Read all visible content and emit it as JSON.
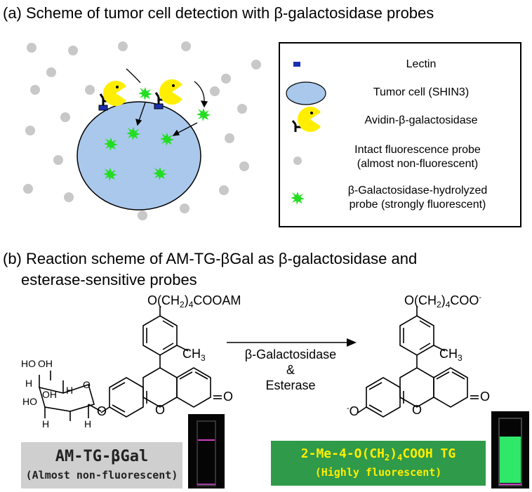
{
  "title_a": "(a) Scheme of  tumor cell detection with β-galactosidase probes",
  "title_b_line1": "(b) Reaction scheme of  AM-TG-βGal as β-galactosidase and",
  "title_b_line2": "esterase-sensitive probes",
  "legend": {
    "lectin": "Lectin",
    "tumor_cell": "Tumor cell (SHIN3)",
    "avidin": "Avidin-β-galactosidase",
    "intact_line1": "Intact fluorescence probe",
    "intact_line2": "(almost non-fluorescent)",
    "hydrolyzed_line1": "β-Galactosidase-hydrolyzed",
    "hydrolyzed_line2": "probe (strongly fluorescent)"
  },
  "reactant": {
    "substituent_prefix": "O(CH",
    "substituent_sub": "2",
    "substituent_suffix": ")",
    "substituent_sub2": "4",
    "substituent_end": "COOAM",
    "methyl": "CH",
    "methyl_sub": "3",
    "carbonyl_O": "O",
    "ring_O": "O",
    "link_O": "O",
    "sugar_labels": [
      "HO",
      "OH",
      "H",
      "O",
      "HO",
      "H",
      "OH",
      "H",
      "H"
    ]
  },
  "product": {
    "substituent_prefix": "O(CH",
    "substituent_sub": "2",
    "substituent_suffix": ")",
    "substituent_sub2": "4",
    "substituent_end": "COO",
    "substituent_charge": "-",
    "methyl": "CH",
    "methyl_sub": "3",
    "carbonyl_O": "O",
    "ring_O": "O",
    "anion_charge": "-",
    "anion_O": "O"
  },
  "arrow": {
    "enzyme1": "β-Galactosidase",
    "amp": "&",
    "enzyme2": "Esterase"
  },
  "box_reactant": {
    "name": "AM-TG-βGal",
    "note": "(Almost non-fluorescent)"
  },
  "box_product": {
    "name_prefix": "2-Me-4-O(CH",
    "name_sub": "2",
    "name_mid": ")",
    "name_sub2": "4",
    "name_suffix": "COOH TG",
    "note": "(Highly fluorescent)"
  },
  "colors": {
    "tumor_fill": "#a9c8ec",
    "probe_gray": "#c8c8c8",
    "fluor_green": "#22dd22",
    "pacman_yellow": "#ffee00",
    "lectin_blue": "#1a2fb0",
    "reactant_box": "#cfcfcf",
    "product_box": "#2e9a4a",
    "product_text": "#ffee00"
  }
}
